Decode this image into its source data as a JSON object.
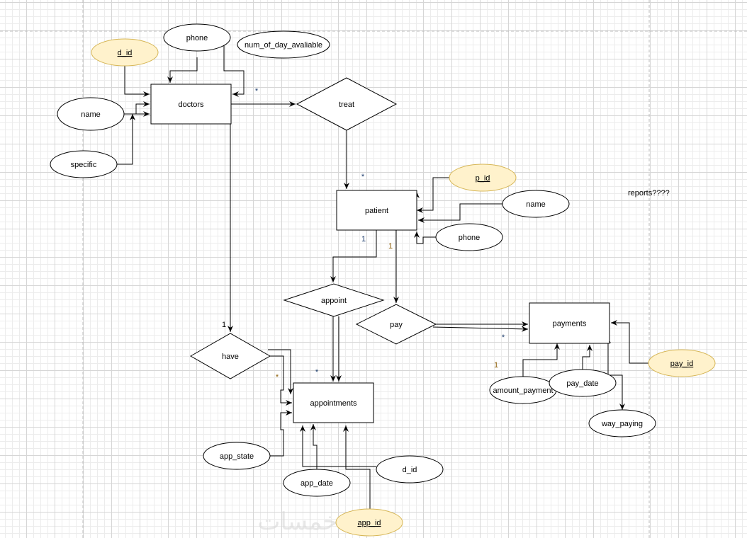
{
  "diagram": {
    "entities": [
      {
        "id": "doctors",
        "label": "doctors"
      },
      {
        "id": "patient",
        "label": "patient"
      },
      {
        "id": "appointments",
        "label": "appointments"
      },
      {
        "id": "payments",
        "label": "payments"
      }
    ],
    "relationships": [
      {
        "id": "treat",
        "label": "treat"
      },
      {
        "id": "appoint",
        "label": "appoint"
      },
      {
        "id": "pay",
        "label": "pay"
      },
      {
        "id": "have",
        "label": "have"
      }
    ],
    "attributes": [
      {
        "id": "doc_d_id",
        "label": "d_id",
        "key": true
      },
      {
        "id": "doc_phone",
        "label": "phone",
        "key": false
      },
      {
        "id": "doc_days",
        "label": "num_of_day_avaliable",
        "key": false
      },
      {
        "id": "doc_name",
        "label": "name",
        "key": false
      },
      {
        "id": "doc_specific",
        "label": "specific",
        "key": false
      },
      {
        "id": "pat_p_id",
        "label": "p_id",
        "key": true
      },
      {
        "id": "pat_name",
        "label": "name",
        "key": false
      },
      {
        "id": "pat_phone",
        "label": "phone",
        "key": false
      },
      {
        "id": "app_state",
        "label": "app_state",
        "key": false
      },
      {
        "id": "app_date",
        "label": "app_date",
        "key": false
      },
      {
        "id": "app_d_id",
        "label": "d_id",
        "key": false
      },
      {
        "id": "app_id",
        "label": "app_id",
        "key": true
      },
      {
        "id": "amount_payment",
        "label": "amount_payment",
        "key": false
      },
      {
        "id": "pay_date",
        "label": "pay_date",
        "key": false
      },
      {
        "id": "way_paying",
        "label": "way_paying",
        "key": false
      },
      {
        "id": "pay_id",
        "label": "pay_id",
        "key": true
      }
    ],
    "cardinalities": [
      {
        "id": "c1",
        "label": "*",
        "color": "#1a3a6b"
      },
      {
        "id": "c2",
        "label": "*",
        "color": "#1a3a6b"
      },
      {
        "id": "c3",
        "label": "1",
        "color": "#1a3a6b"
      },
      {
        "id": "c4",
        "label": "1",
        "color": "#8a5a00"
      },
      {
        "id": "c5",
        "label": "1",
        "color": "#000000"
      },
      {
        "id": "c6",
        "label": "*",
        "color": "#8a5a00"
      },
      {
        "id": "c7",
        "label": "*",
        "color": "#1a3a6b"
      },
      {
        "id": "c8",
        "label": "*",
        "color": "#1a3a6b"
      },
      {
        "id": "c9",
        "label": "1",
        "color": "#8a5a00"
      }
    ],
    "note": "reports????",
    "watermark": "خمسات"
  },
  "colors": {
    "key_fill": "#fff2cc",
    "key_stroke": "#d6b656",
    "stroke": "#000000"
  }
}
